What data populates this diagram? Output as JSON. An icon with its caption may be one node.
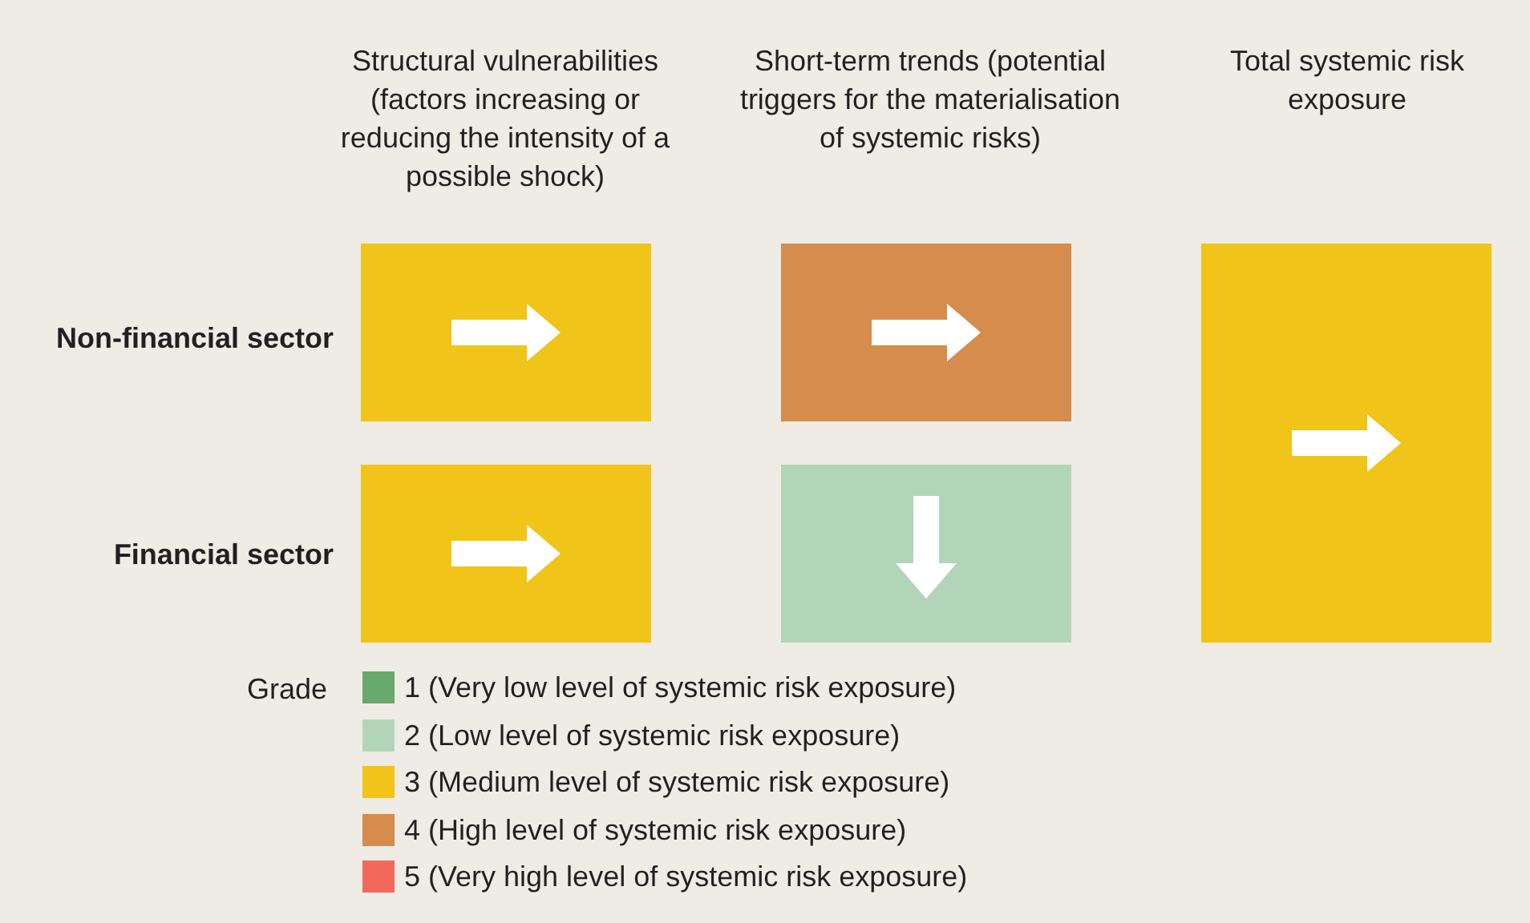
{
  "diagram": {
    "nodes": [
      {
        "text": [],
        "shape": "box"
      },
      {
        "text": [],
        "shape": "box"
      },
      {
        "text": [],
        "shape": "box"
      },
      {
        "text": [],
        "shape": "box"
      },
      {
        "text": [],
        "shape": "box"
      }
    ],
    "labels": [
      "Structural vulnerabilities (factors increasing or reducing the intensity of a possible shock)",
      "Short-term trends (potential triggers for the materialisation of systemic risks)",
      "Total systemic risk exposure",
      "Non-financial sector",
      "Financial sector",
      "Grade"
    ],
    "legend": [
      {
        "text": "1 (Very low level of systemic risk exposure)",
        "color": "#68a96e"
      },
      {
        "text": "2 (Low level of systemic risk exposure)",
        "color": "#b2d5ba"
      },
      {
        "text": "3 (Medium level of systemic risk exposure)",
        "color": "#f0c419"
      },
      {
        "text": "4 (High level of systemic risk exposure)",
        "color": "#d58c4c"
      },
      {
        "text": "5 (Very high level of systemic risk exposure)",
        "color": "#f2695c"
      }
    ]
  }
}
